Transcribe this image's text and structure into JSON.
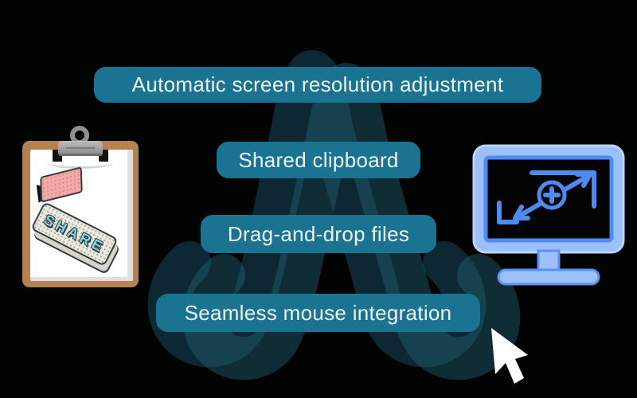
{
  "features": {
    "items": [
      {
        "label": "Automatic screen resolution adjustment"
      },
      {
        "label": "Shared clipboard"
      },
      {
        "label": "Drag-and-drop files"
      },
      {
        "label": "Seamless mouse integration"
      }
    ]
  },
  "clipboard": {
    "share_label": "SHARE"
  },
  "icons": {
    "watermark": "a-letter-logo-watermark",
    "left_illustration": "clipboard-with-share-banner",
    "right_illustration": "monitor-with-resize-arrows",
    "pointer": "mouse-cursor-arrow"
  },
  "colors": {
    "background": "#020303",
    "pill_bg": "#1b7392",
    "pill_text": "#eef4f6",
    "watermark_dark": "#0d2832",
    "watermark_light": "#226073",
    "board_brown": "#b5824f",
    "paper_white": "#ffffff",
    "paper_edge": "#e0e0e0",
    "clip_gray": "#a8a8a8",
    "clip_dark": "#6f6f6f",
    "banner_face": "#eceadf",
    "banner_text_teal": "#85d6dc",
    "banner_outline": "#313d45",
    "ribbon_pink": "#f4a9a9",
    "monitor_frame_blue": "#9cc0fa",
    "monitor_frame_light": "#bcd5fc",
    "monitor_accent_blue": "#4d8bf0",
    "cursor_white": "#ffffff"
  }
}
